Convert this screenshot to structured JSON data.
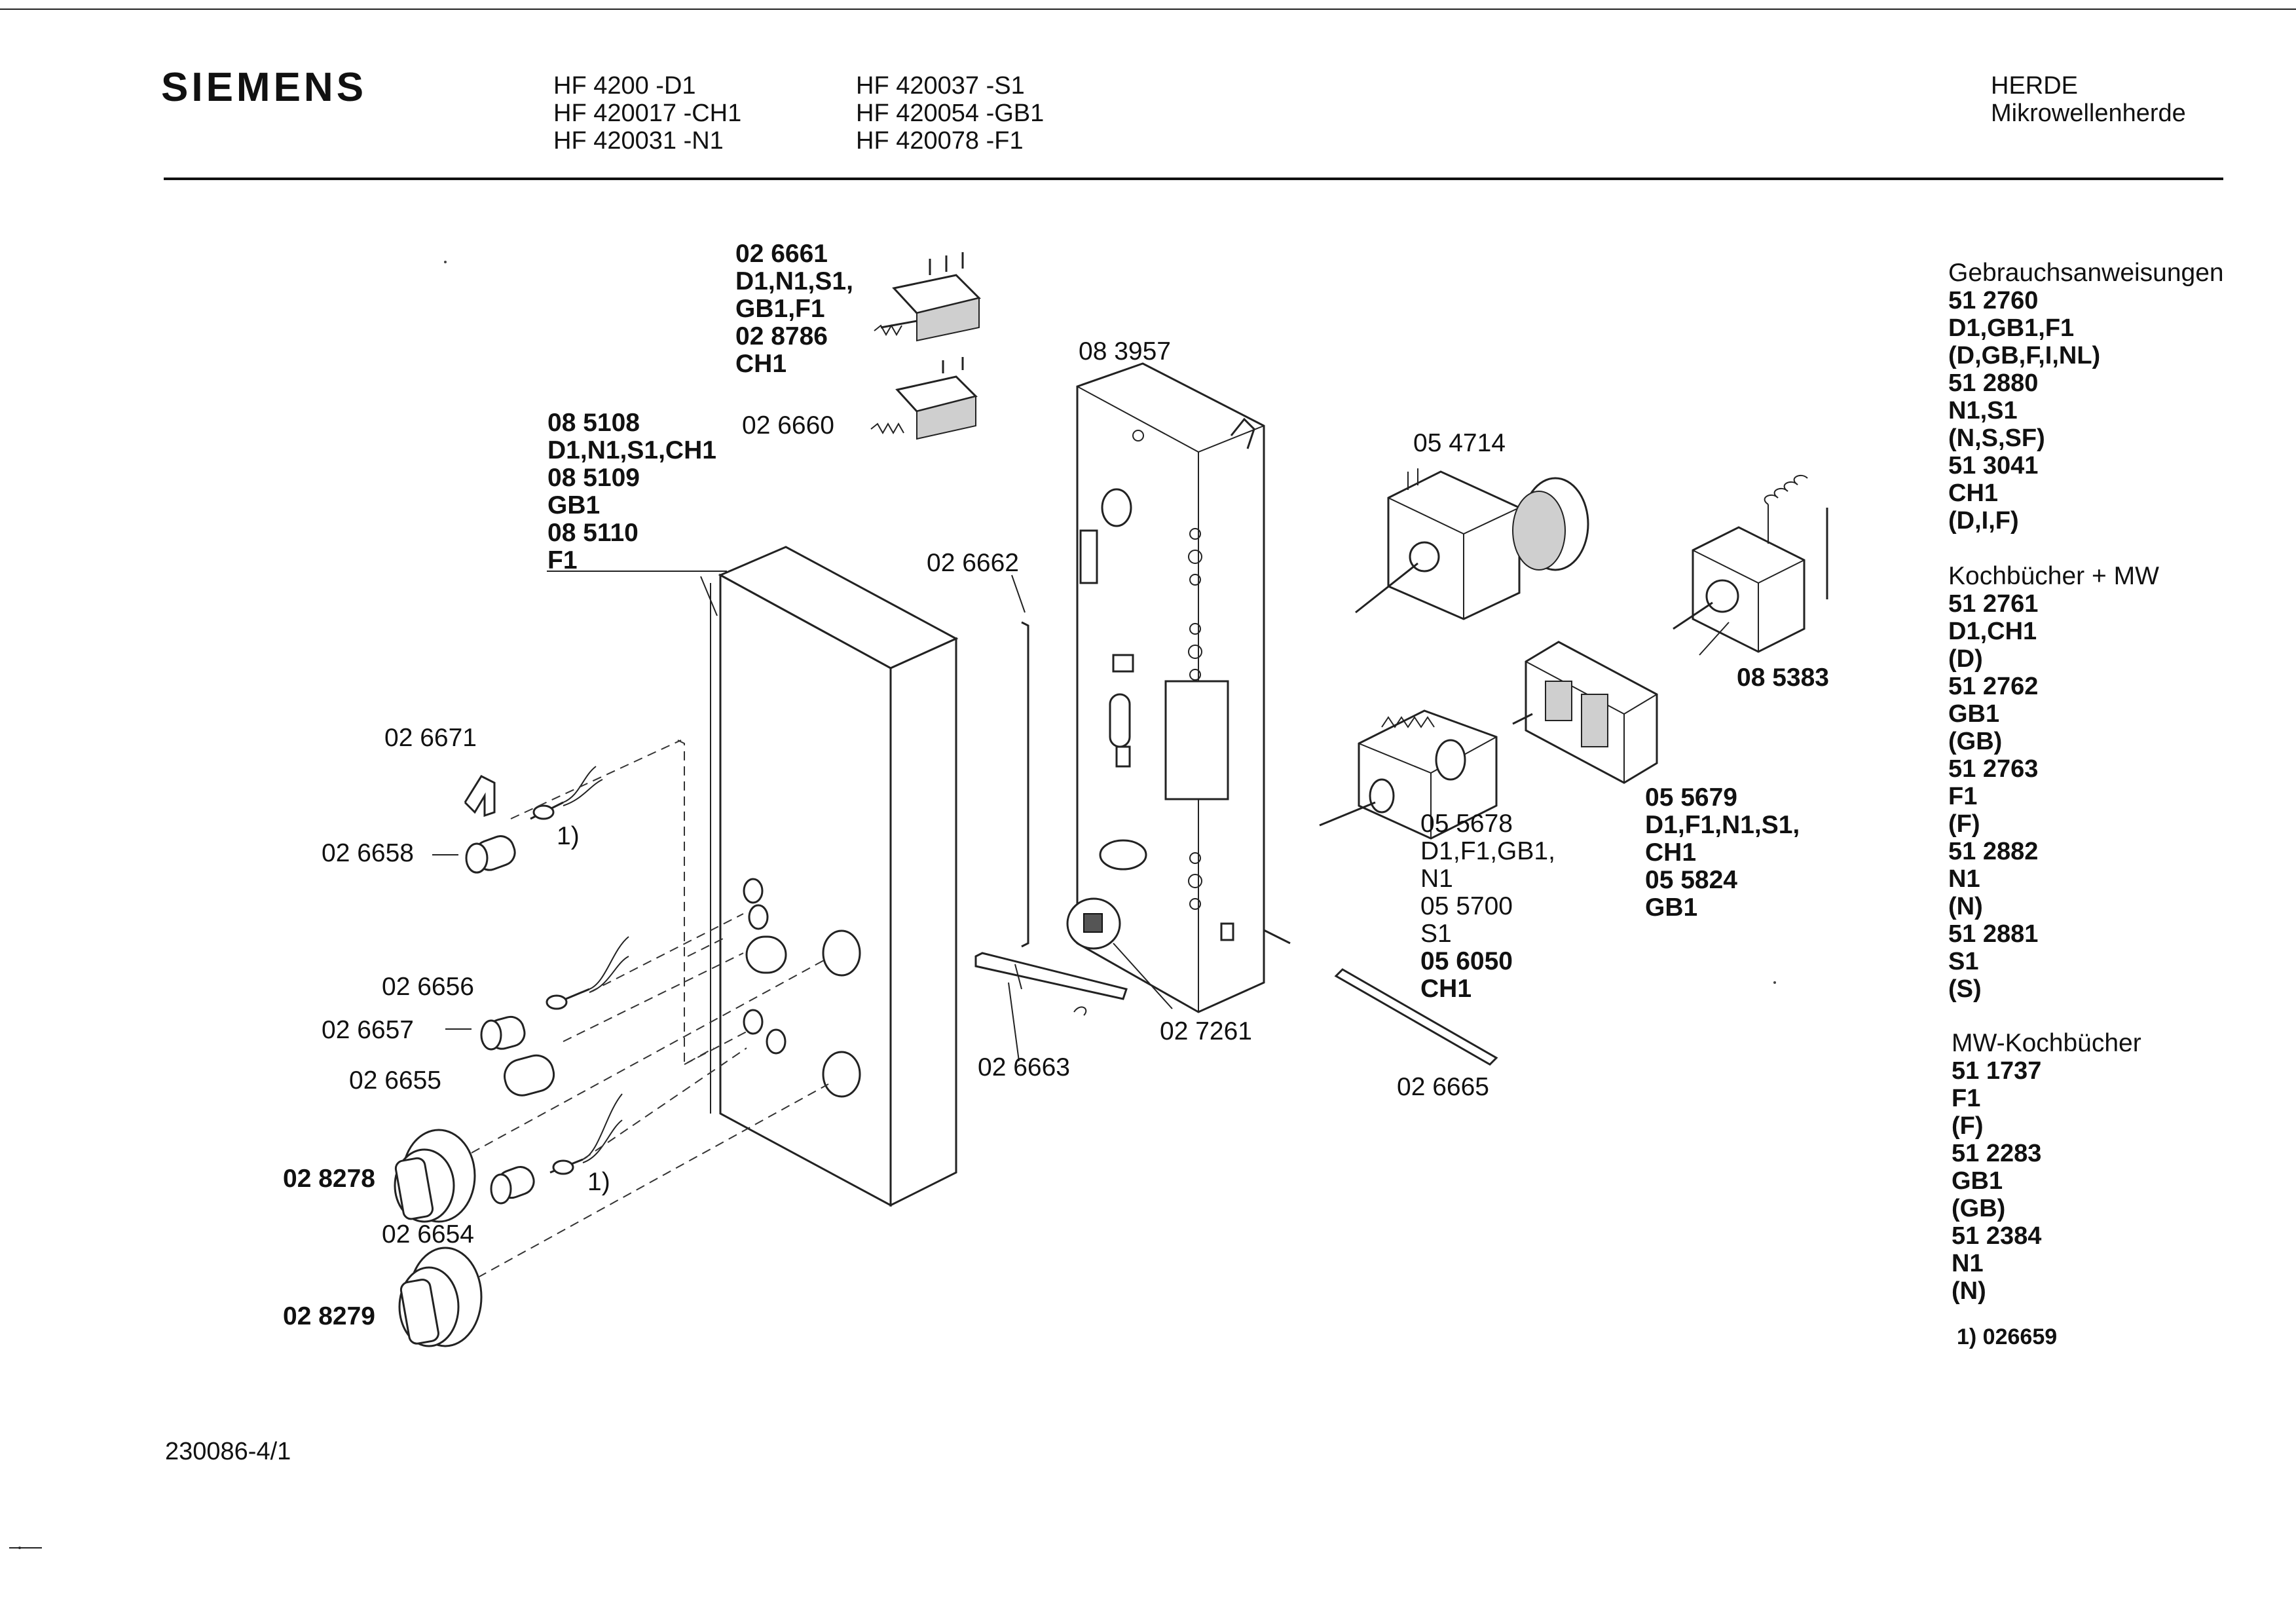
{
  "header": {
    "brand": "SIEMENS",
    "models_col1": [
      "HF 4200  -D1",
      "HF 420017  -CH1",
      "HF 420031  -N1"
    ],
    "models_col2": [
      "HF 420037  -S1",
      "HF 420054  -GB1",
      "HF 420078  -F1"
    ],
    "category": "HERDE",
    "subcategory": "Mikrowellenherde"
  },
  "parts": {
    "p026661": [
      "02 6661",
      "D1,N1,S1,",
      "GB1,F1",
      "02 8786",
      "CH1"
    ],
    "p026660": "02 6660",
    "p085108": [
      "08 5108",
      "D1,N1,S1,CH1",
      "08 5109",
      "GB1",
      "08 5110",
      "F1"
    ],
    "p083957": "08 3957",
    "p054714": "05 4714",
    "p026662": "02 6662",
    "p085383": "08 5383",
    "p026671": "02 6671",
    "p026658": "02 6658",
    "note1_a": "1)",
    "p055678": [
      "05 5678",
      "D1,F1,GB1,",
      "N1",
      "05 5700",
      "S1",
      "05 6050",
      "CH1"
    ],
    "p055679": [
      "05 5679",
      "D1,F1,N1,S1,",
      "CH1",
      "05 5824",
      "GB1"
    ],
    "p026656": "02 6656",
    "p026657": "02 6657",
    "p026655": "02 6655",
    "p026663": "02 6663",
    "p027261": "02 7261",
    "p026665": "02 6665",
    "p028278": "02 8278",
    "note1_b": "1)",
    "p026654": "02 6654",
    "p028279": "02 8279"
  },
  "sidebar": {
    "gebrauch_title": "Gebrauchsanweisungen",
    "gebrauch_items": [
      "51 2760",
      "D1,GB1,F1",
      "(D,GB,F,I,NL)",
      "51 2880",
      "N1,S1",
      "(N,S,SF)",
      "51 3041",
      "CH1",
      "(D,I,F)"
    ],
    "koch_title": "Kochbücher + MW",
    "koch_items": [
      "51 2761",
      "D1,CH1",
      "(D)",
      "51 2762",
      "GB1",
      "(GB)",
      "51 2763",
      "F1",
      "(F)",
      "51 2882",
      "N1",
      "(N)",
      "51 2881",
      "S1",
      "(S)"
    ],
    "mw_title": "MW-Kochbücher",
    "mw_items": [
      "51 1737",
      "F1",
      "(F)",
      "51 2283",
      "GB1",
      "(GB)",
      "51 2384",
      "N1",
      "(N)"
    ],
    "footnote": "1) 026659"
  },
  "footer": {
    "doc_number": "230086-4/1"
  }
}
